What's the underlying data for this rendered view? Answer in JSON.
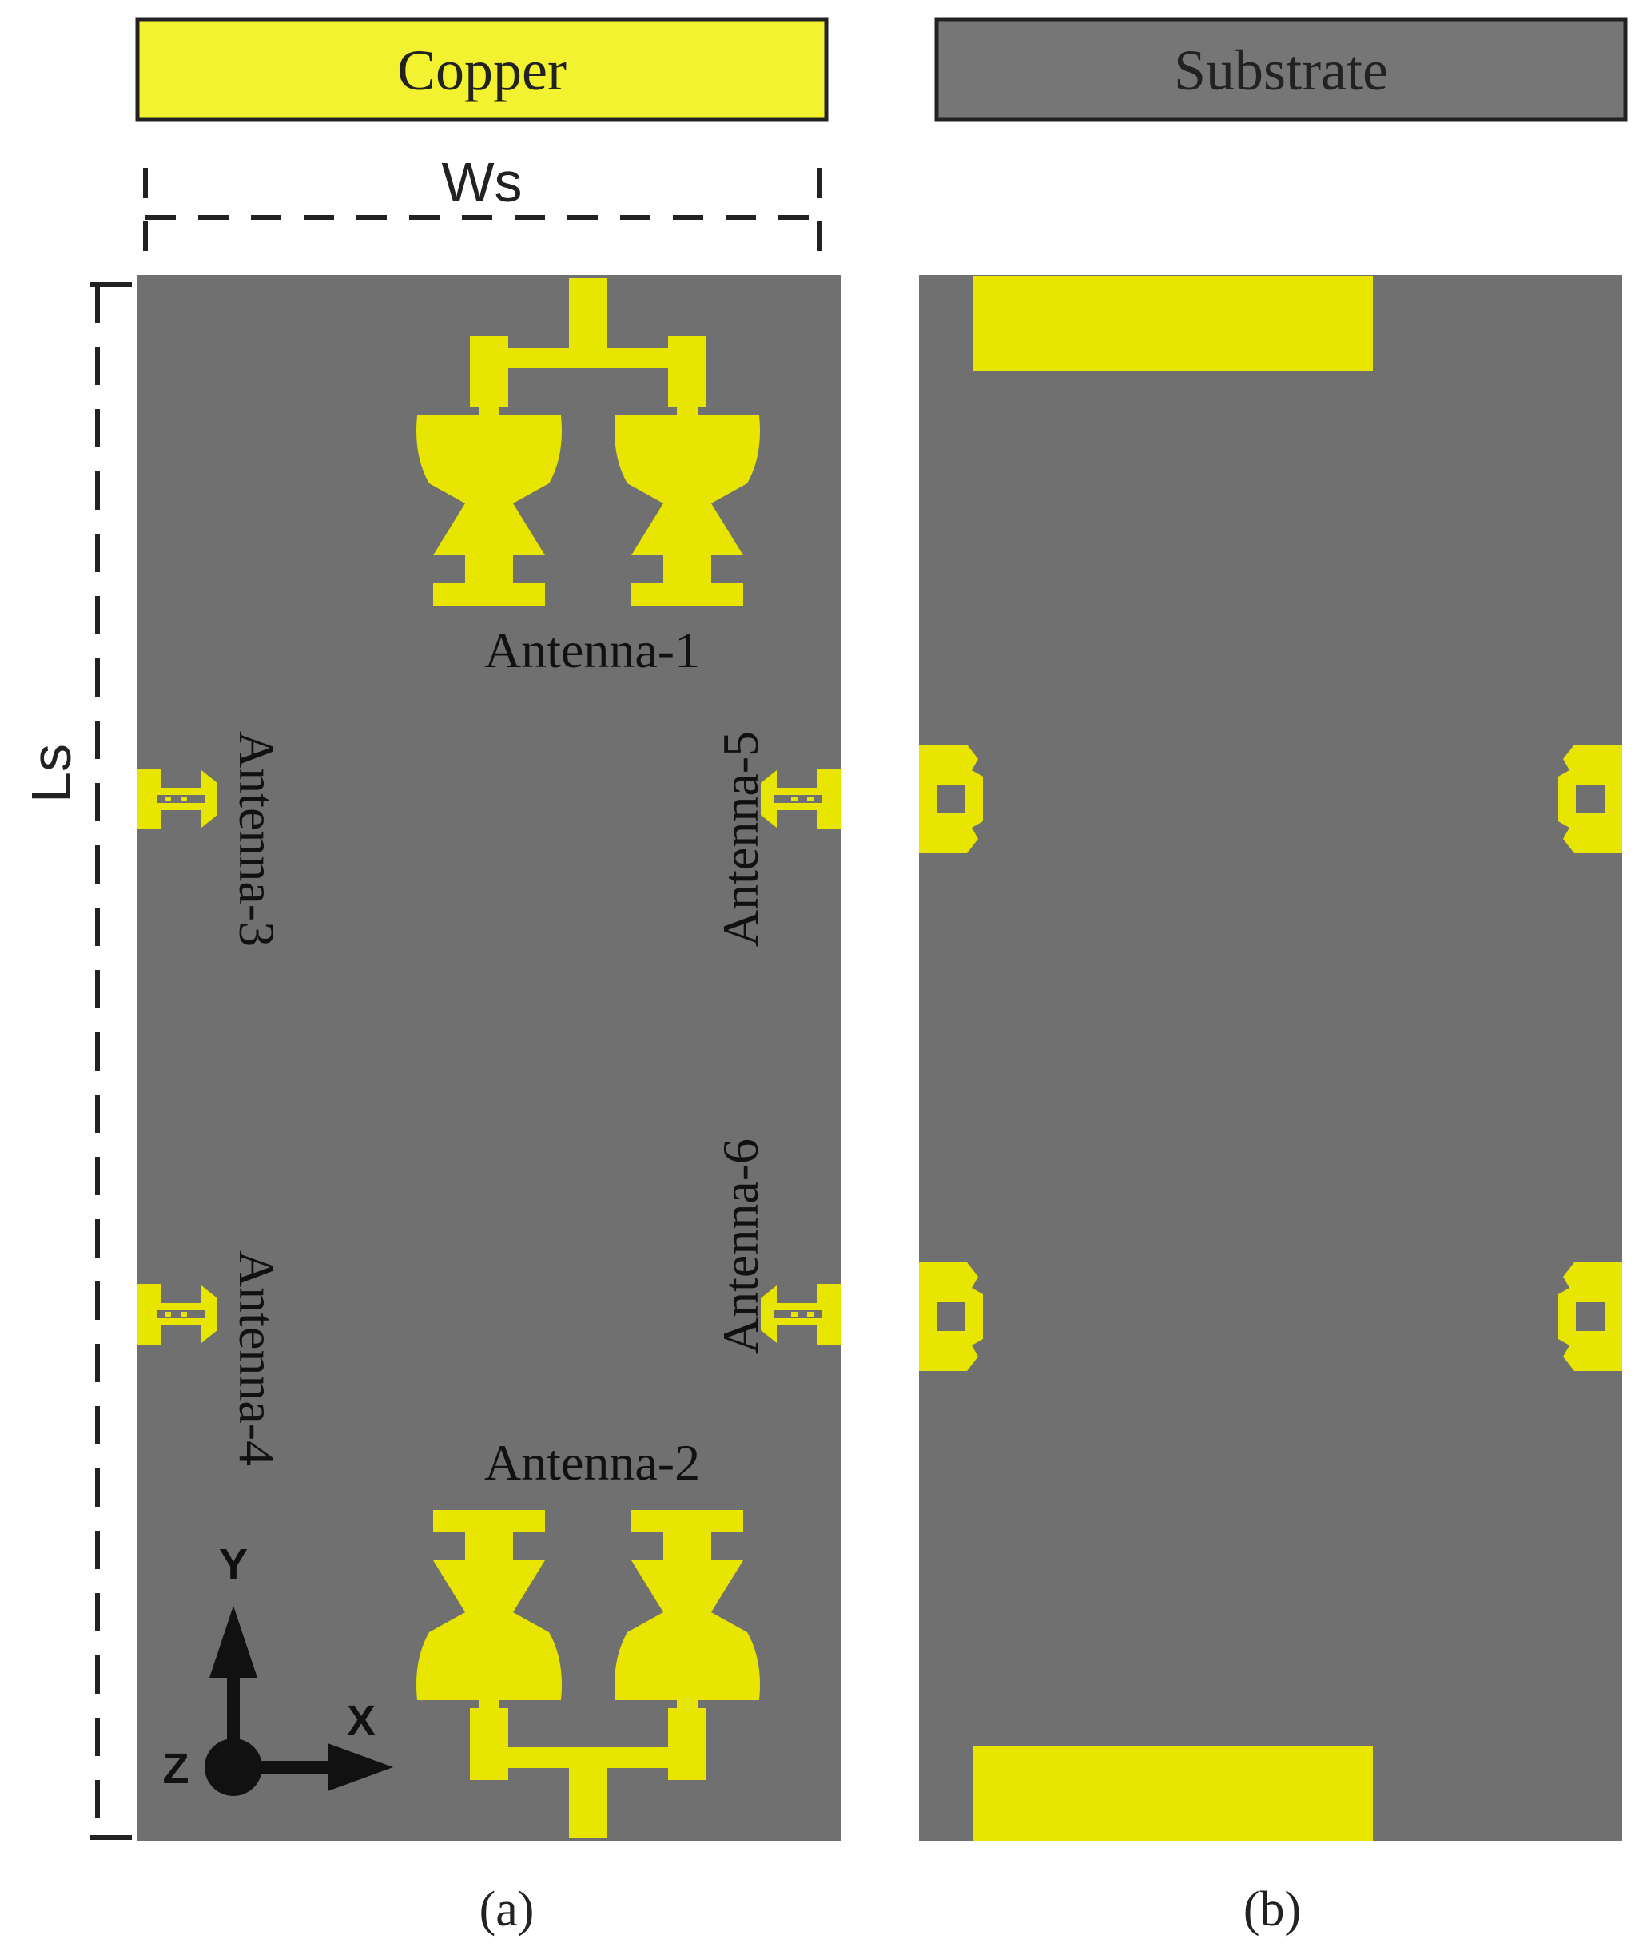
{
  "legend": {
    "copper": {
      "label": "Copper",
      "color": "#f2f230"
    },
    "substrate": {
      "label": "Substrate",
      "color": "#767676"
    }
  },
  "dimensions": {
    "width_label": "Ws",
    "length_label": "Ls"
  },
  "colors": {
    "copper": "#e8e600",
    "substrate": "#707070",
    "outline": "#222222"
  },
  "antennas": {
    "a1": "Antenna-1",
    "a2": "Antenna-2",
    "a3": "Antenna-3",
    "a4": "Antenna-4",
    "a5": "Antenna-5",
    "a6": "Antenna-6"
  },
  "axes": {
    "y": "Y",
    "x": "X",
    "z": "Z"
  },
  "panels": {
    "a": "(a)",
    "b": "(b)"
  }
}
